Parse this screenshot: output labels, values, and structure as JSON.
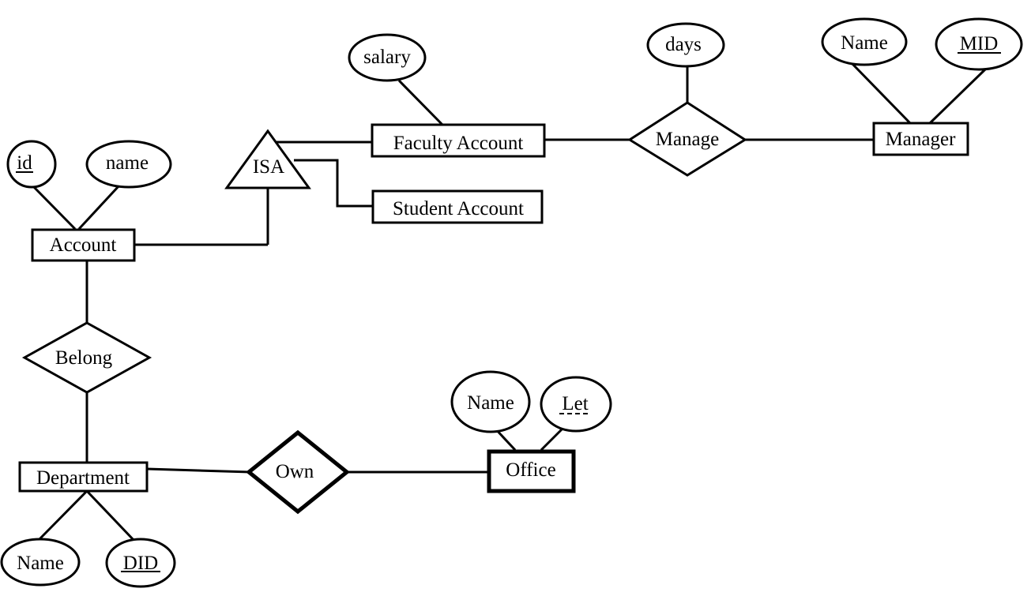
{
  "entities": {
    "account": "Account",
    "faculty_account": "Faculty Account",
    "student_account": "Student Account",
    "manager": "Manager",
    "department": "Department",
    "office": "Office"
  },
  "relationships": {
    "manage": "Manage",
    "belong": "Belong",
    "own": "Own"
  },
  "isa": "ISA",
  "attributes": {
    "account_id": "id",
    "account_name": "name",
    "salary": "salary",
    "days": "days",
    "manager_name": "Name",
    "manager_mid": "MID",
    "office_name": "Name",
    "office_let": "Let",
    "dept_name": "Name",
    "dept_did": "DID"
  }
}
